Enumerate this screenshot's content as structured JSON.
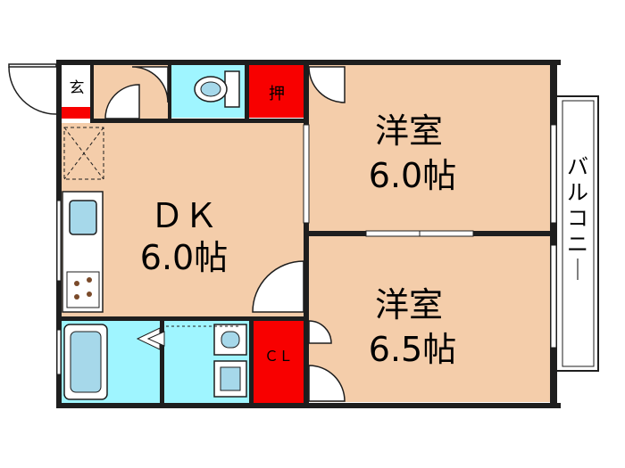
{
  "rooms": {
    "dk": {
      "name": "ＤＫ",
      "size": "6.0帖"
    },
    "western_upper": {
      "name": "洋室",
      "size": "6.0帖"
    },
    "western_lower": {
      "name": "洋室",
      "size": "6.5帖"
    }
  },
  "labels": {
    "entrance": "玄",
    "closet_push": "押",
    "closet_cl": "ＣＬ",
    "balcony": "バルコニー"
  },
  "colors": {
    "floor_wood": "#f4cdaa",
    "floor_wet": "#9ff5ff",
    "closet_red": "#f80000",
    "wall": "#1e1e1e",
    "balcony_fill": "#ffffff",
    "fixture_blue": "#a6d8ea"
  }
}
